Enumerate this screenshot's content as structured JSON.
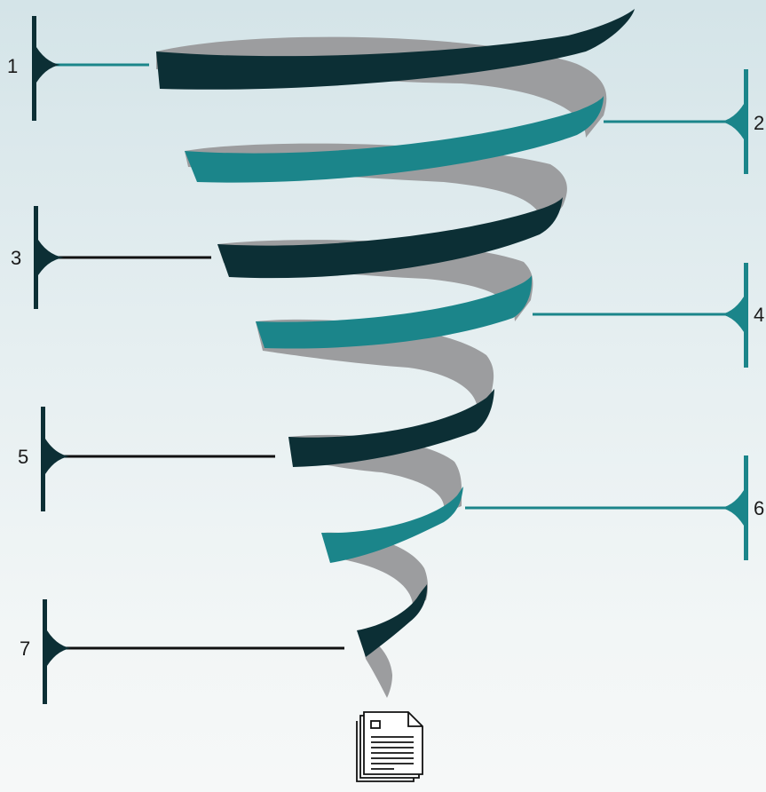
{
  "colors": {
    "dark": "#0c2f35",
    "teal": "#1b858a",
    "gray": "#9c9d9f",
    "black_line": "#111111"
  },
  "steps": [
    {
      "number": "1",
      "band": "dark",
      "side": "left",
      "line": "teal"
    },
    {
      "number": "2",
      "band": "teal",
      "side": "right",
      "line": "teal"
    },
    {
      "number": "3",
      "band": "dark",
      "side": "left",
      "line": "black"
    },
    {
      "number": "4",
      "band": "teal",
      "side": "right",
      "line": "teal"
    },
    {
      "number": "5",
      "band": "dark",
      "side": "left",
      "line": "black"
    },
    {
      "number": "6",
      "band": "teal",
      "side": "right",
      "line": "teal"
    },
    {
      "number": "7",
      "band": "dark",
      "side": "left",
      "line": "black"
    }
  ],
  "icons": {
    "bottom": "document-icon",
    "marker": "flag-marker-icon"
  }
}
